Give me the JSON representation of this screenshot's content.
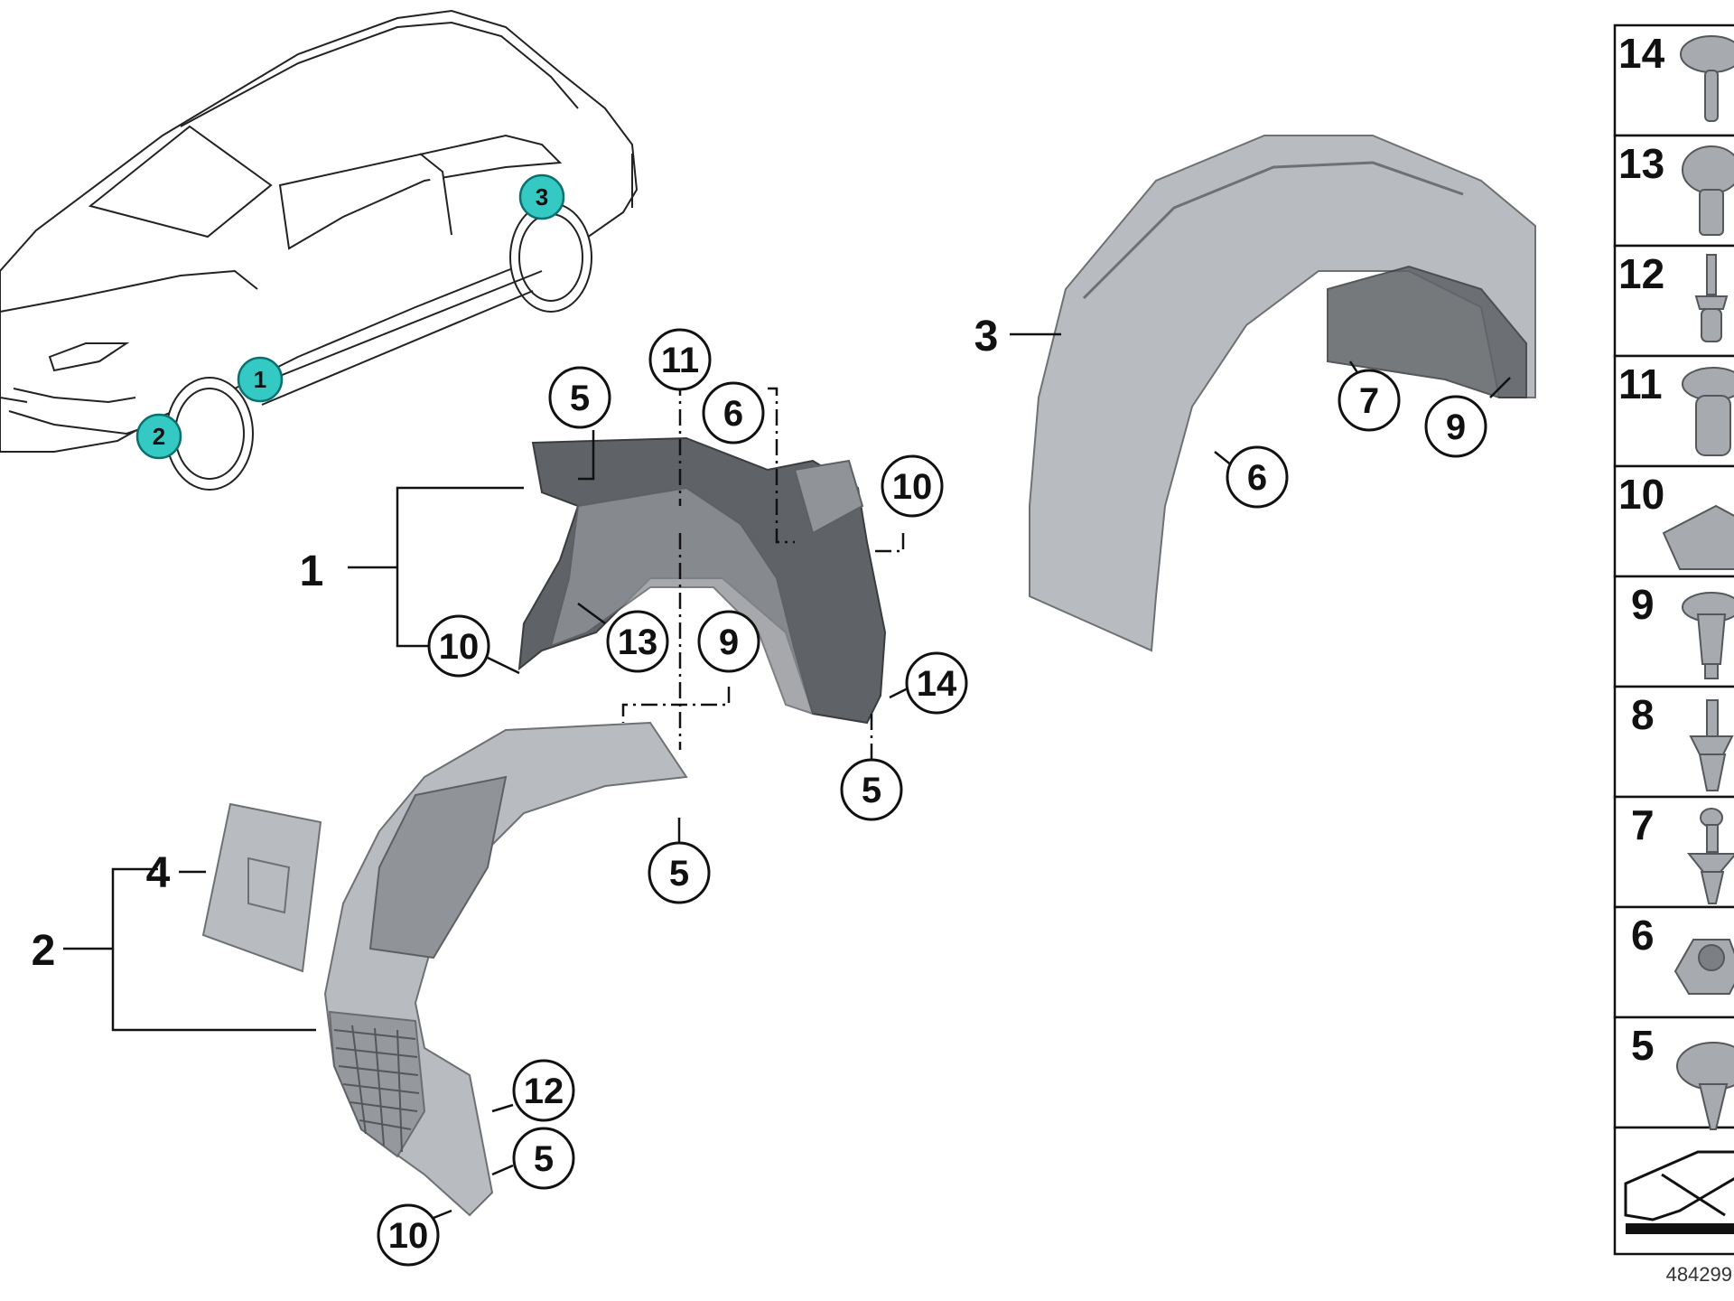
{
  "diagram": {
    "image_id": "484299",
    "location_markers": [
      {
        "id": "loc-1",
        "label": "1",
        "fill": "#35c9c4"
      },
      {
        "id": "loc-2",
        "label": "2",
        "fill": "#35c9c4"
      },
      {
        "id": "loc-3",
        "label": "3",
        "fill": "#35c9c4"
      }
    ],
    "assembly_labels": {
      "a1": "1",
      "a2": "2",
      "a3": "3",
      "a4": "4"
    },
    "callouts": {
      "c5a": "5",
      "c11": "11",
      "c6a": "6",
      "c10a": "10",
      "c10b": "10",
      "c13": "13",
      "c9a": "9",
      "c14": "14",
      "c5b": "5",
      "c5c": "5",
      "c12": "12",
      "c5d": "5",
      "c10c": "10",
      "c7": "7",
      "c9b": "9",
      "c6b": "6"
    },
    "parts_panel": [
      "14",
      "13",
      "12",
      "11",
      "10",
      "9",
      "8",
      "7",
      "6",
      "5"
    ],
    "colors": {
      "marker_fill": "#35c9c4",
      "part_dark": "#5f6266",
      "part_light": "#b8bbbf"
    }
  }
}
